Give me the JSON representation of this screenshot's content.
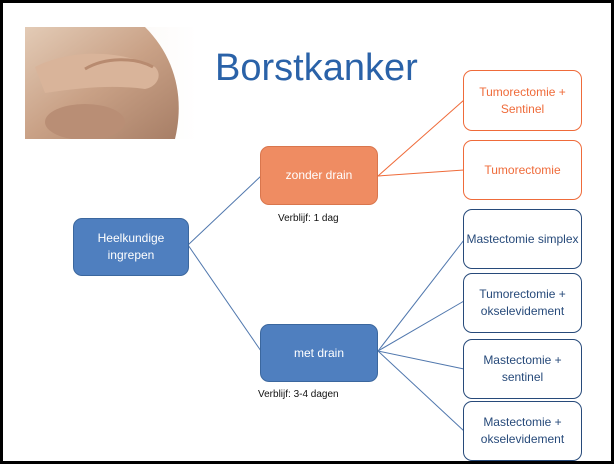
{
  "slide": {
    "title": "Borstkanker",
    "colors": {
      "background": "#ffffff",
      "title": "#2a62a8",
      "blue_fill": "#4f7fbf",
      "orange_fill": "#ef8c62",
      "orange_outline": "#ef6b3a",
      "blue_outline": "#274a7a"
    }
  },
  "diagram": {
    "root": {
      "label": "Heelkundige ingrepen"
    },
    "branches": [
      {
        "label": "zonder drain",
        "caption": "Verblijf: 1 dag",
        "leaves": [
          "Tumorectomie + Sentinel",
          "Tumorectomie"
        ]
      },
      {
        "label": "met drain",
        "caption": "Verblijf: 3-4 dagen",
        "leaves": [
          "Mastectomie simplex",
          "Tumorectomie + okselevidement",
          "Mastectomie + sentinel",
          "Mastectomie + okselevidement"
        ]
      }
    ]
  }
}
